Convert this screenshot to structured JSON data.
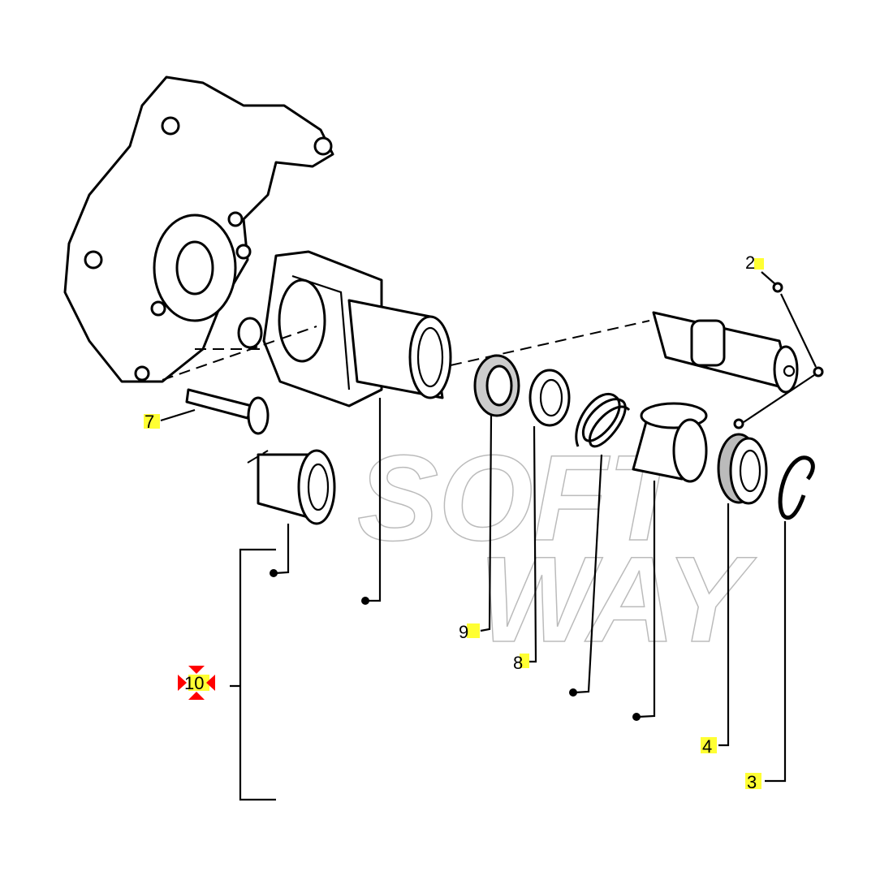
{
  "diagram": {
    "watermark": [
      "SOFT",
      "WAY"
    ],
    "highlight_color": "#ffff33",
    "marker_color": "#ff0000",
    "callouts": [
      {
        "id": "2",
        "label": "2"
      },
      {
        "id": "3",
        "label": "3"
      },
      {
        "id": "4",
        "label": "4"
      },
      {
        "id": "7",
        "label": "7"
      },
      {
        "id": "8",
        "label": "8"
      },
      {
        "id": "9",
        "label": "9"
      },
      {
        "id": "10",
        "label": "10",
        "selected": true
      }
    ]
  }
}
